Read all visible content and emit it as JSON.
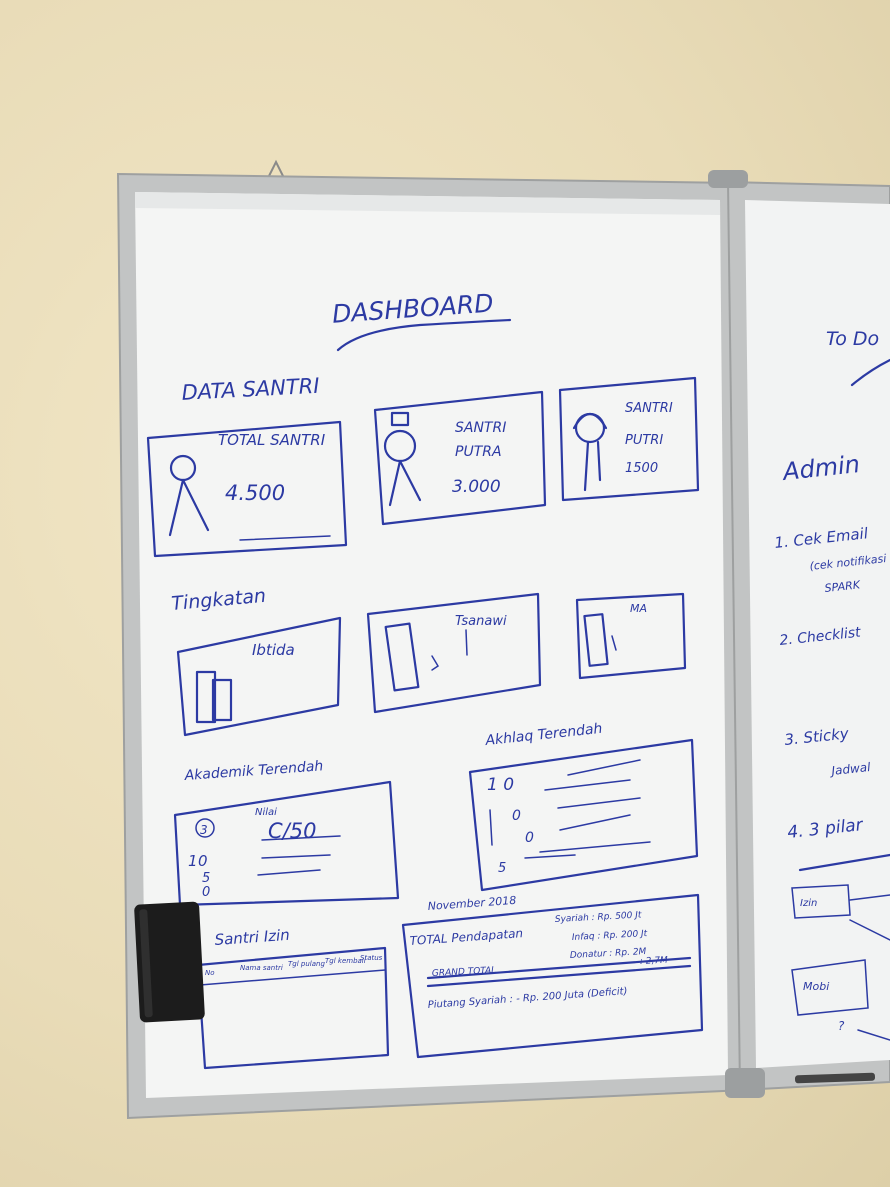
{
  "board": {
    "title": "DASHBOARD",
    "data_santri_heading": "DATA SANTRI",
    "cards": {
      "total_label": "TOTAL SANTRI",
      "total_value": "4.500",
      "putra_label_1": "SANTRI",
      "putra_label_2": "PUTRA",
      "putra_value": "3.000",
      "putri_label_1": "SANTRI",
      "putri_label_2": "PUTRI",
      "putri_value": "1500"
    },
    "tingkatan_heading": "Tingkatan",
    "tingkatan": [
      "Ibtida",
      "Tsanawi",
      "MA"
    ],
    "akademik_heading": "Akademik Terendah",
    "akademik": {
      "rank": "3",
      "score_label": "Nilai",
      "score": "C/50",
      "ranks": [
        "1",
        "0",
        "5",
        "0"
      ]
    },
    "akhlaq_heading": "Akhlaq Terendah",
    "akhlaq_ranks": [
      "1 0",
      "0",
      "0",
      "5"
    ],
    "santri_izin_heading": "Santri Izin",
    "santri_izin_columns": [
      "No",
      "Nama santri",
      "Tgl pulang",
      "Tgl kembali",
      "Status"
    ],
    "finance": {
      "period": "November 2018",
      "total_label": "TOTAL Pendapatan",
      "lines": [
        "Syariah : Rp. 500 Jt",
        "Infaq : Rp. 200 Jt",
        "Donatur : Rp. 2M"
      ],
      "grand_total_label": "GRAND TOTAL",
      "grand_total_value": ": 2,7M",
      "piutang": "Piutang Syariah : - Rp. 200 Juta (Deficit)"
    }
  },
  "side_board": {
    "title": "To Do",
    "section": "Admin",
    "items": [
      "1. Cek Email",
      "(cek notifikasi",
      "SPARK",
      "2. Checklist",
      "3. Sticky",
      "Jadwal",
      "4. 3 pilar"
    ],
    "boxes": [
      "Izin",
      "Mobi"
    ],
    "note": "?"
  },
  "colors": {
    "ink": "#2c3aa3",
    "board": "#f4f5f4",
    "frame": "#b9bcbd",
    "wall": "#ecdfbd",
    "eraser": "#1c1c1c"
  }
}
